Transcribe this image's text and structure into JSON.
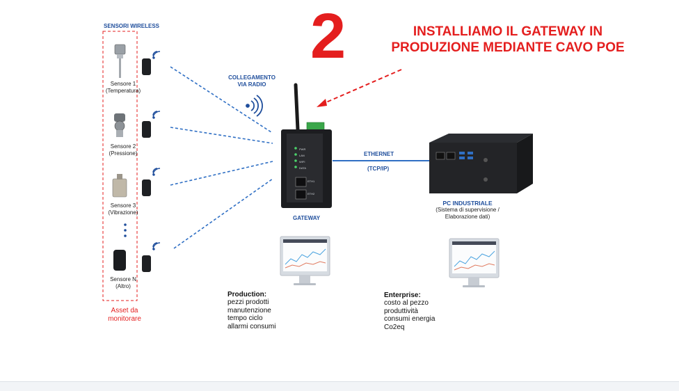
{
  "headline": {
    "number": "2",
    "line1": "INSTALLIAMO IL GATEWAY IN",
    "line2": "PRODUZIONE MEDIANTE CAVO POE"
  },
  "sensors_title": "SENSORI WIRELESS",
  "radio_label": {
    "line1": "COLLEGAMENTO",
    "line2": "VIA RADIO"
  },
  "sensors": [
    {
      "name": "Sensore 1",
      "type": "(Temperatura)"
    },
    {
      "name": "Sensore 2",
      "type": "(Pressione)"
    },
    {
      "name": "Sensore 3",
      "type": "(Vibrazione)"
    },
    {
      "name": "Sensore N",
      "type": "(Altro)"
    }
  ],
  "asset_label": {
    "line1": "Asset da",
    "line2": "monitorare"
  },
  "gateway": {
    "label": "GATEWAY",
    "leds": [
      "PWR",
      "LAN",
      "WIFI",
      "DATA"
    ],
    "ports": [
      "ETH1",
      "ETH2"
    ]
  },
  "ethernet": {
    "label": "ETHERNET",
    "protocol": "(TCP/IP)"
  },
  "pc": {
    "title": "PC INDUSTRIALE",
    "line1": "(Sistema di supervisione /",
    "line2": "Elaborazione dati)"
  },
  "production": {
    "title": "Production:",
    "lines": [
      "pezzi prodotti",
      "manutenzione",
      "tempo ciclo",
      "allarmi consumi"
    ]
  },
  "enterprise": {
    "title": "Enterprise:",
    "lines": [
      "costo al pezzo",
      "produttività",
      "consumi energia",
      "Co2eq"
    ]
  },
  "colors": {
    "red": "#e41e1e",
    "blue": "#1f4e9c",
    "line_blue": "#2f6fc4"
  }
}
